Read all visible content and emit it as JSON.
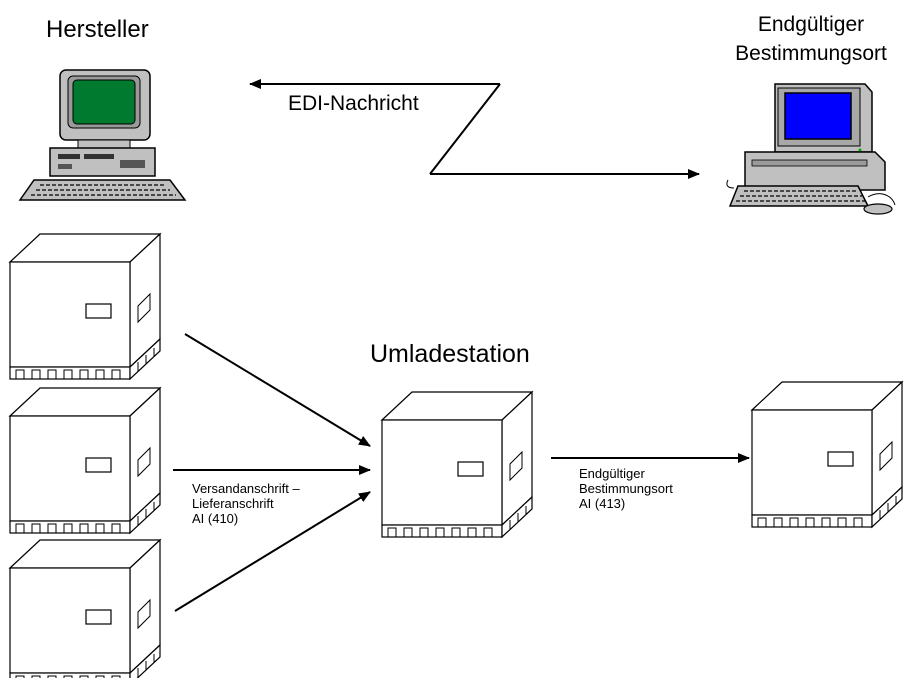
{
  "labels": {
    "manufacturer": "Hersteller",
    "destination_line1": "Endgültiger",
    "destination_line2": "Bestimmungsort",
    "edi_message": "EDI-Nachricht",
    "transshipment": "Umladestation",
    "ship_to_line1": "Versandanschrift –",
    "ship_to_line2": "Lieferanschrift",
    "ship_to_line3": "AI (410)",
    "final_dest_line1": "Endgültiger",
    "final_dest_line2": "Bestimmungsort",
    "final_dest_line3": "AI (413)"
  },
  "icons": {
    "manufacturer_computer": "desktop-computer-icon",
    "destination_computer": "desktop-computer-icon",
    "package": "pallet-box-icon"
  },
  "colors": {
    "manufacturer_screen": "#007a2e",
    "destination_screen": "#0000ff",
    "computer_body": "#c0c0c0",
    "lines": "#000000"
  }
}
